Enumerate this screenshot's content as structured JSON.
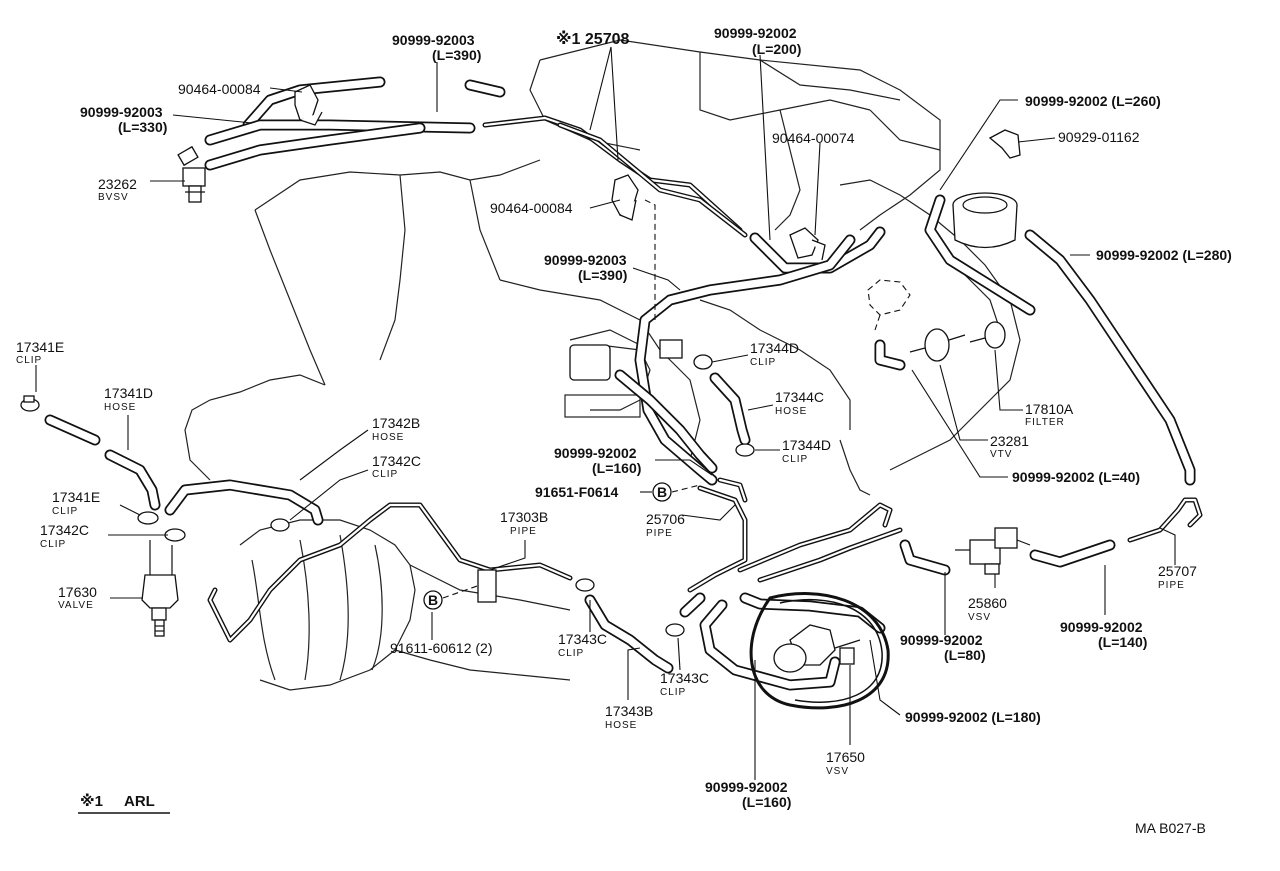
{
  "footnote": {
    "mark": "※1",
    "label": "ARL"
  },
  "drawing_code": "MA  B027-B",
  "labels": {
    "p_90999_92003_top": "90999-92003",
    "p_l390_top": "(L=390)",
    "p_90464_00084_top": "90464-00084",
    "p_90999_92003_left": "90999-92003",
    "p_l330": "(L=330)",
    "p_23262": "23262",
    "p_bvsv": "BVSV",
    "p_25708": "※1 25708",
    "p_90999_92002_200": "90999-92002",
    "p_l200": "(L=200)",
    "p_90464_00074": "90464-00074",
    "p_90464_00084_mid": "90464-00084",
    "p_90999_92003_mid": "90999-92003",
    "p_l390_mid": "(L=390)",
    "p_90999_92002_260": "90999-92002 (L=260)",
    "p_90929_01162": "90929-01162",
    "p_90999_92002_280": "90999-92002 (L=280)",
    "p_17341e_top": "17341E",
    "p_clip_a": "CLIP",
    "p_17341d": "17341D",
    "p_hose_a": "HOSE",
    "p_17341e_mid": "17341E",
    "p_clip_b": "CLIP",
    "p_17342c_left": "17342C",
    "p_clip_c": "CLIP",
    "p_17630": "17630",
    "p_valve": "VALVE",
    "p_17342b": "17342B",
    "p_hose_b": "HOSE",
    "p_17342c_right": "17342C",
    "p_clip_d": "CLIP",
    "p_17344d_top": "17344D",
    "p_clip_e": "CLIP",
    "p_17344c": "17344C",
    "p_hose_c": "HOSE",
    "p_17344d_mid": "17344D",
    "p_clip_f": "CLIP",
    "p_90999_92002_160a": "90999-92002",
    "p_l160a": "(L=160)",
    "p_91651_f0614": "91651-F0614",
    "p_b_mark_a": "B",
    "p_25706": "25706",
    "p_pipe_a": "PIPE",
    "p_17810a": "17810A",
    "p_filter": "FILTER",
    "p_23281": "23281",
    "p_vtv": "VTV",
    "p_90999_92002_40": "90999-92002 (L=40)",
    "p_17303b": "17303B",
    "p_pipe_b": "PIPE",
    "p_b_mark_b": "B",
    "p_91611_60612": "91611-60612 (2)",
    "p_17343c_left": "17343C",
    "p_clip_g": "CLIP",
    "p_17343c_right": "17343C",
    "p_clip_h": "CLIP",
    "p_17343b": "17343B",
    "p_hose_d": "HOSE",
    "p_25860": "25860",
    "p_vsv_a": "VSV",
    "p_90999_92002_80": "90999-92002",
    "p_l80": "(L=80)",
    "p_90999_92002_140": "90999-92002",
    "p_l140": "(L=140)",
    "p_25707": "25707",
    "p_pipe_c": "PIPE",
    "p_90999_92002_180": "90999-92002 (L=180)",
    "p_17650": "17650",
    "p_vsv_b": "VSV",
    "p_90999_92002_160b": "90999-92002",
    "p_l160b": "(L=160)"
  },
  "colors": {
    "ink": "#111111",
    "paper": "#ffffff"
  }
}
